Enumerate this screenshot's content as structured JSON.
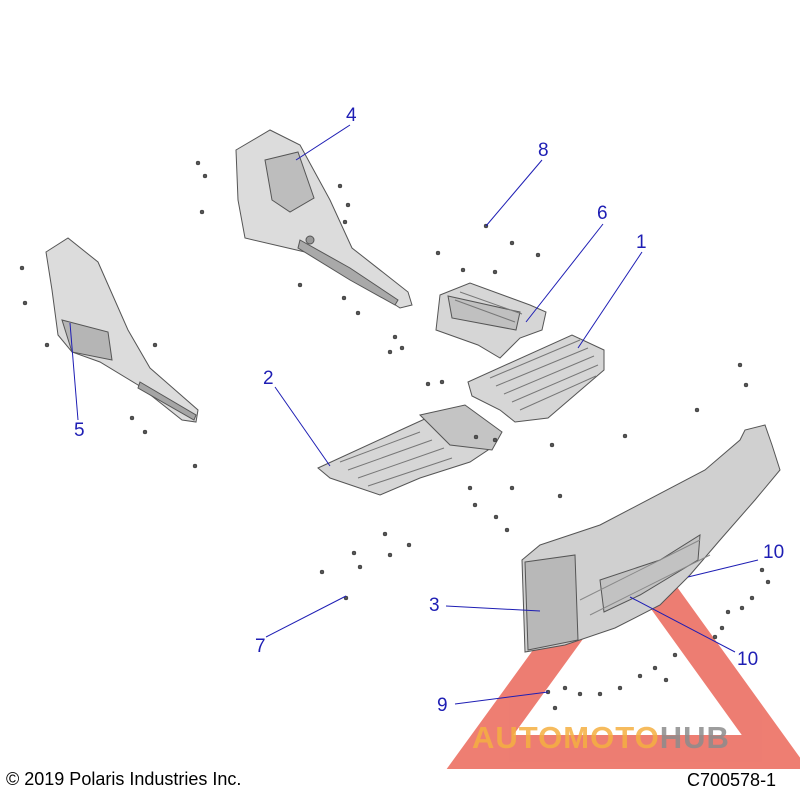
{
  "diagram": {
    "callouts": [
      {
        "id": "c1",
        "label": "1"
      },
      {
        "id": "c2",
        "label": "2"
      },
      {
        "id": "c3",
        "label": "3"
      },
      {
        "id": "c4",
        "label": "4"
      },
      {
        "id": "c5",
        "label": "5"
      },
      {
        "id": "c6",
        "label": "6"
      },
      {
        "id": "c7",
        "label": "7"
      },
      {
        "id": "c8",
        "label": "8"
      },
      {
        "id": "c9",
        "label": "9"
      },
      {
        "id": "c10a",
        "label": "10"
      },
      {
        "id": "c10b",
        "label": "10"
      }
    ]
  },
  "footer": {
    "copyright": "© 2019 Polaris Industries Inc.",
    "code": "C700578-1"
  },
  "watermark": {
    "part1": "AUTOMOTO",
    "part2": "HUB",
    "color1": "#f5b041",
    "color2": "#8c8c8c",
    "logo_color": "#e74c3c"
  },
  "colors": {
    "callout": "#1e1eb4",
    "part_fill": "#d8d8d8",
    "part_stroke": "#555555"
  }
}
